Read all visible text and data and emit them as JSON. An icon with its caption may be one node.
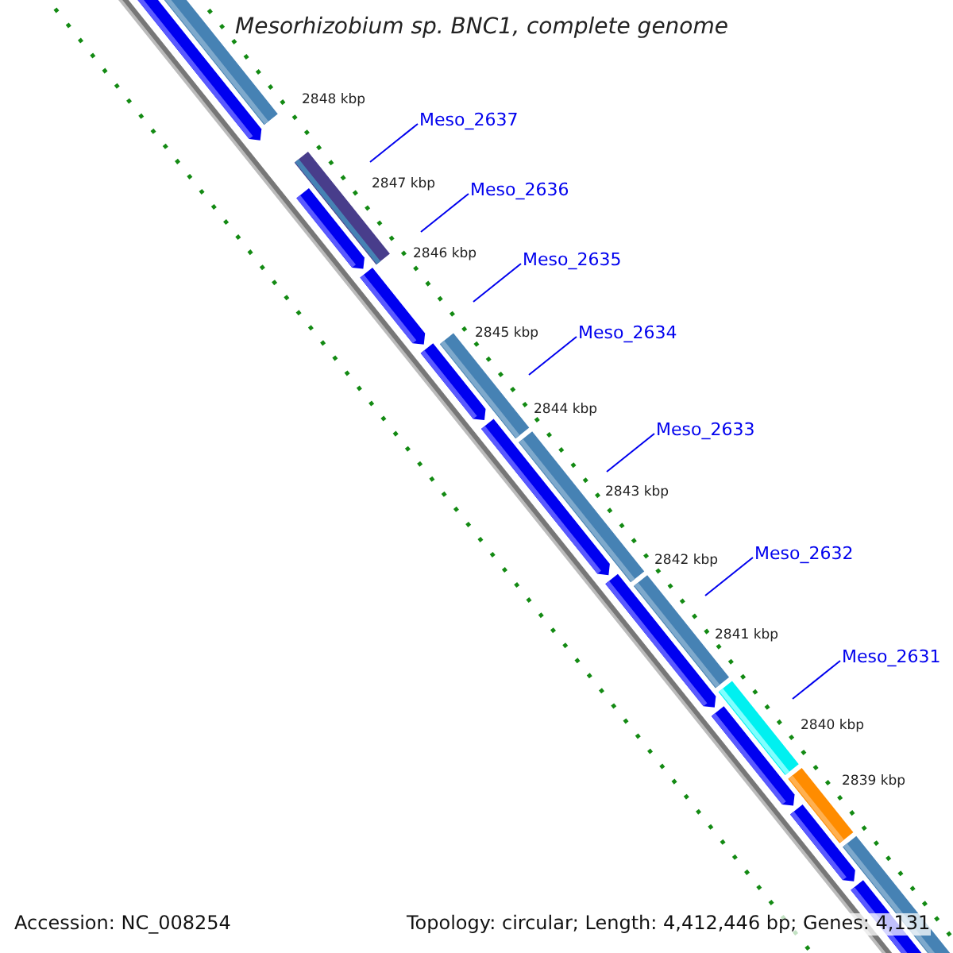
{
  "diagram": {
    "title": "Mesorhizobium sp. BNC1, complete genome",
    "nodes": [
      {
        "text": [
          "Meso_2637"
        ]
      },
      {
        "text": [
          "Meso_2636"
        ]
      },
      {
        "text": [
          "Meso_2635"
        ]
      },
      {
        "text": [
          "Meso_2634"
        ]
      },
      {
        "text": [
          "Meso_2633"
        ]
      },
      {
        "text": [
          "Meso_2632"
        ]
      },
      {
        "text": [
          "Meso_2631"
        ]
      }
    ],
    "edges": [
      {
        "from": 0,
        "to": null,
        "arrow": "none"
      },
      {
        "from": 1,
        "to": null,
        "arrow": "none"
      },
      {
        "from": 2,
        "to": null,
        "arrow": "none"
      },
      {
        "from": 3,
        "to": null,
        "arrow": "none"
      },
      {
        "from": 4,
        "to": null,
        "arrow": "none"
      },
      {
        "from": 5,
        "to": null,
        "arrow": "none"
      },
      {
        "from": 6,
        "to": null,
        "arrow": "none"
      }
    ],
    "labels": [
      "2848 kbp",
      "2847 kbp",
      "2846 kbp",
      "2845 kbp",
      "2844 kbp",
      "2843 kbp",
      "2842 kbp",
      "2841 kbp",
      "2840 kbp",
      "2839 kbp",
      "Accession: NC_008254",
      "Topology: circular; Length: 4,412,446 bp; Genes: 4,131"
    ]
  }
}
